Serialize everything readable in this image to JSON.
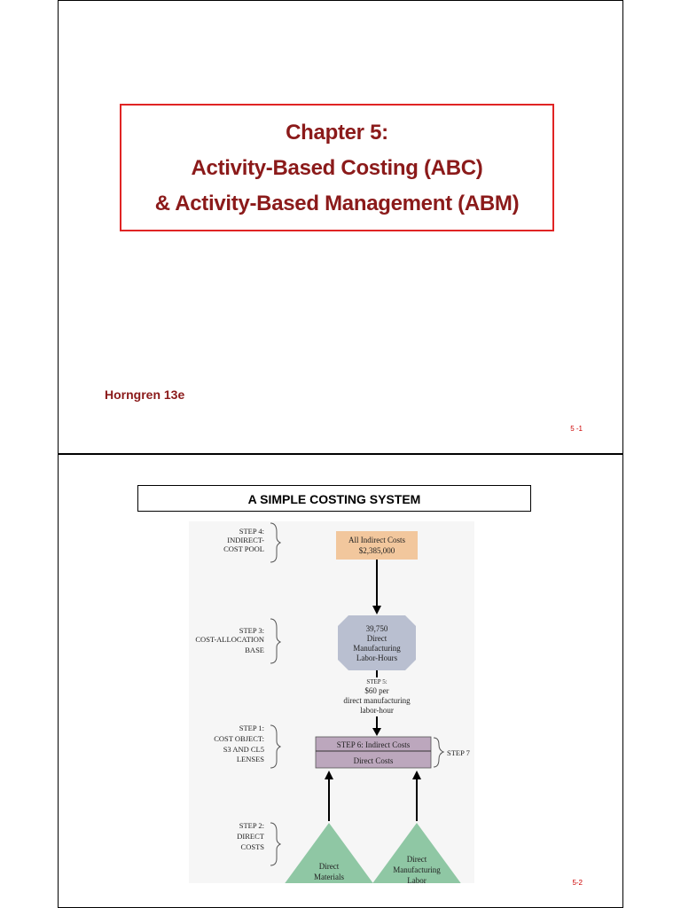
{
  "slide1": {
    "title_lines": [
      "Chapter 5:",
      "Activity-Based Costing (ABC)",
      "& Activity-Based Management (ABM)"
    ],
    "author": "Horngren 13e",
    "page": "5 -1"
  },
  "slide2": {
    "heading": "A SIMPLE COSTING SYSTEM",
    "page": "5-2",
    "diagram": {
      "step4_label": [
        "STEP 4:",
        "INDIRECT-",
        "COST POOL"
      ],
      "step3_label": [
        "STEP 3:",
        "COST-ALLOCATION",
        "BASE"
      ],
      "step1_label": [
        "STEP 1:",
        "COST OBJECT:",
        "S3 AND CL5",
        "LENSES"
      ],
      "step2_label": [
        "STEP 2:",
        "DIRECT",
        "COSTS"
      ],
      "pool_box": [
        "All Indirect Costs",
        "$2,385,000"
      ],
      "base_octagon": [
        "39,750",
        "Direct",
        "Manufacturing",
        "Labor-Hours"
      ],
      "step5_text": [
        "STEP 5:",
        "$60 per",
        "direct manufacturing",
        "labor-hour"
      ],
      "cost_object_top": "STEP 6: Indirect Costs",
      "cost_object_bottom": "Direct Costs",
      "step7_label": "STEP 7",
      "direct_materials": [
        "Direct",
        "Materials"
      ],
      "direct_labor": [
        "Direct",
        "Manufacturing",
        "Labor"
      ]
    },
    "colors": {
      "pool": "#f2c79d",
      "octagon": "#b9bfd0",
      "cost_object": "#bca7bd",
      "triangle": "#8fc7a4"
    }
  }
}
